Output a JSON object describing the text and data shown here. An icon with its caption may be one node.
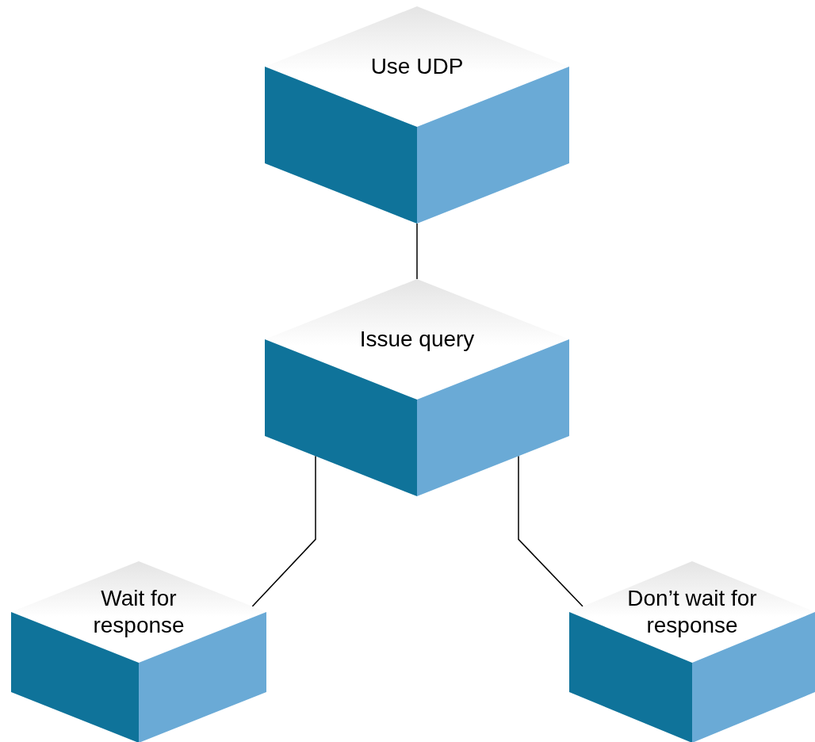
{
  "diagram": {
    "nodes": [
      {
        "text": [
          "Use UDP"
        ]
      },
      {
        "text": [
          "Issue query"
        ]
      },
      {
        "text": [
          "Wait for response"
        ]
      },
      {
        "text": [
          "Don’t wait for response"
        ]
      }
    ],
    "edges": [
      {
        "from": 0,
        "to": 1,
        "arrow": "none"
      },
      {
        "from": 1,
        "to": 2,
        "arrow": "none"
      },
      {
        "from": 1,
        "to": 3,
        "arrow": "none"
      }
    ]
  }
}
